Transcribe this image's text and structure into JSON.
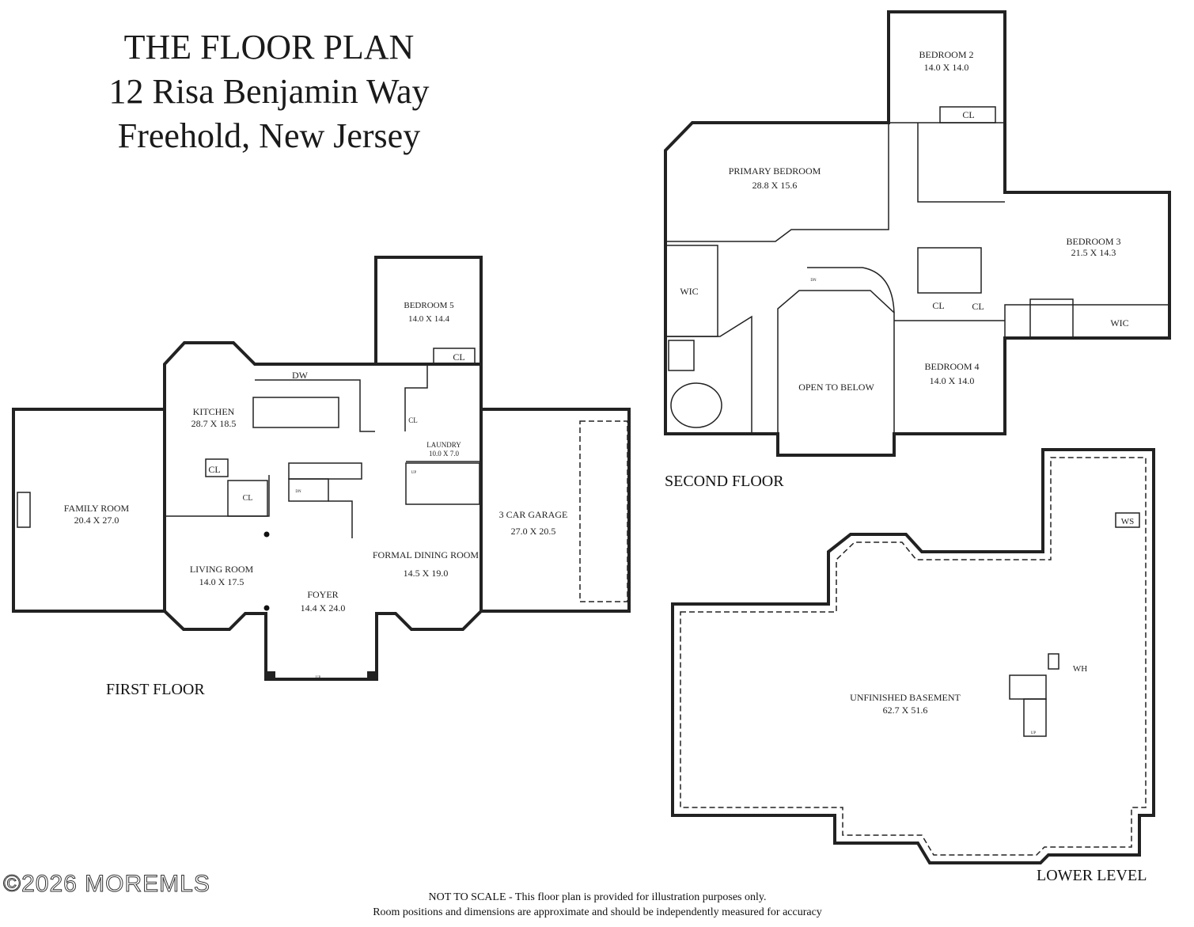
{
  "title": {
    "line1": "THE FLOOR PLAN",
    "line2": "12 Risa Benjamin Way",
    "line3": "Freehold, New Jersey"
  },
  "floors": {
    "first": "FIRST FLOOR",
    "second": "SECOND FLOOR",
    "lower": "LOWER LEVEL"
  },
  "rooms": [
    {
      "name": "FAMILY ROOM",
      "dims": "20.4 X 27.0"
    },
    {
      "name": "KITCHEN",
      "dims": "28.7 X 18.5"
    },
    {
      "name": "BEDROOM 5",
      "dims": "14.0 X 14.4"
    },
    {
      "name": "LAUNDRY",
      "dims": "10.0 X 7.0"
    },
    {
      "name": "LIVING ROOM",
      "dims": "14.0 X 17.5"
    },
    {
      "name": "FOYER",
      "dims": "14.4 X 24.0"
    },
    {
      "name": "FORMAL DINING ROOM",
      "dims": "14.5 X 19.0"
    },
    {
      "name": "3 CAR GARAGE",
      "dims": "27.0 X 20.5"
    },
    {
      "name": "BEDROOM 2",
      "dims": "14.0 X 14.0"
    },
    {
      "name": "PRIMARY BEDROOM",
      "dims": "28.8 X 15.6"
    },
    {
      "name": "BEDROOM 3",
      "dims": "21.5 X 14.3"
    },
    {
      "name": "BEDROOM 4",
      "dims": "14.0 X 14.0"
    },
    {
      "name": "OPEN TO BELOW",
      "dims": ""
    },
    {
      "name": "UNFINISHED BASEMENT",
      "dims": "62.7 X 51.6"
    }
  ],
  "small_labels": {
    "cl": "CL",
    "wic": "WIC",
    "dw": "DW",
    "ws": "WS",
    "wh": "WH",
    "up": "UP",
    "dn": "DN"
  },
  "watermark": "©2026 MOREMLS",
  "disclaimer": {
    "line1": "NOT TO SCALE - This floor plan is provided for illustration purposes only.",
    "line2": "Room positions and dimensions are approximate and should be independently measured for accuracy"
  }
}
